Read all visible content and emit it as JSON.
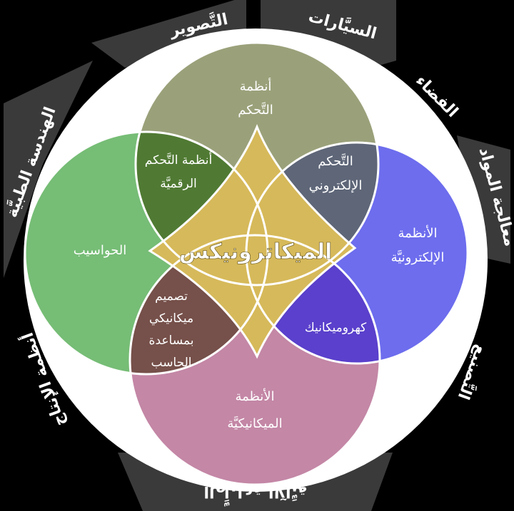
{
  "center": {
    "label": "الميكاترونيكس"
  },
  "circles": {
    "top": {
      "line1": "أنظمة",
      "line2": "التَّحكم",
      "color": "#9aa17a"
    },
    "left": {
      "line1": "الحواسيب",
      "color": "#76bd76"
    },
    "right": {
      "line1": "الأنظمة",
      "line2": "الإلكترونيَّة",
      "color": "#6d6dee"
    },
    "bottom": {
      "line1": "الأنظمة",
      "line2": "الميكانيكيَّة",
      "color": "#c487a6"
    }
  },
  "overlaps": {
    "top_left": {
      "line1": "أنظمة التَّحكم",
      "line2": "الرقميَّة",
      "color": "#507a33"
    },
    "top_right": {
      "line1": "التَّحكم",
      "line2": "الإلكتروني",
      "color": "#5e6678"
    },
    "bottom_left": {
      "line1": "تصميم",
      "line2": "ميكانيكي",
      "line3": "بمساعدة",
      "line4": "الحاسب",
      "color": "#76504a"
    },
    "bottom_right": {
      "line1": "كهروميكانيك",
      "color": "#5a40cc"
    },
    "center_color": "#d6b95a"
  },
  "ring_labels": {
    "top_left": "التَّصوير",
    "top_right": "السيَّارات",
    "upper_right": "الفضاء",
    "right": "معالجة المواد",
    "lower_right": "التَّصنيع",
    "bottom": "الطِّباعة الآليَّة",
    "lower_left": "أنظمة الإنتاج",
    "left": "الهندسة الطبيَّة"
  }
}
